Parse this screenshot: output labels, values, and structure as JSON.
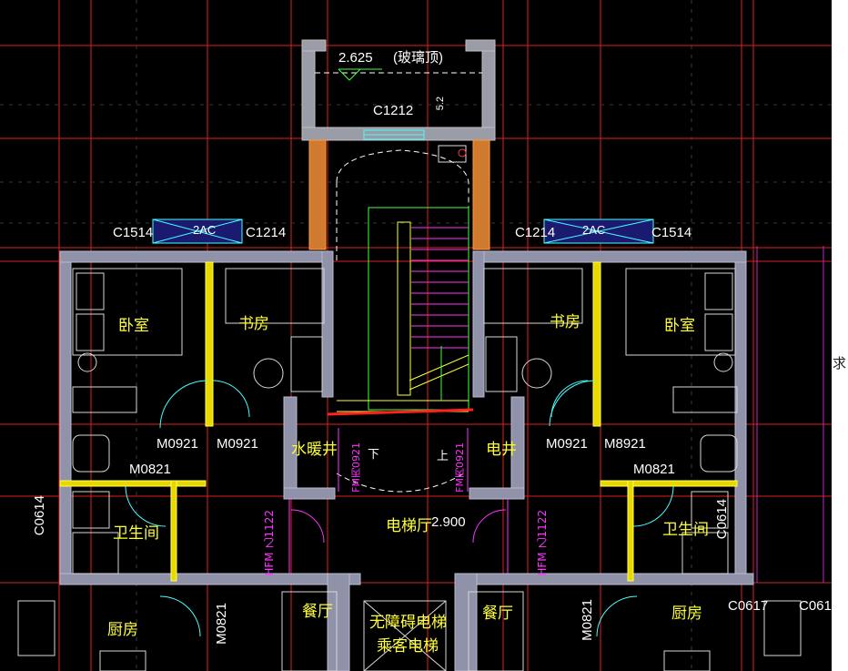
{
  "drawing": {
    "rooms": {
      "bedroom_left": "卧室",
      "bedroom_right": "卧室",
      "study_left": "书房",
      "study_right": "书房",
      "bathroom_left": "卫生间",
      "bathroom_right": "卫生间",
      "kitchen_left": "厨房",
      "kitchen_right": "厨房",
      "dining_left": "餐厅",
      "dining_right": "餐厅",
      "water_heating_shaft": "水暖井",
      "electrical_shaft": "电井",
      "elevator_hall": "电梯厅",
      "elevator_line1": "无障碍电梯",
      "elevator_line2": "乘客电梯",
      "stair_down": "下",
      "stair_up": "上"
    },
    "labels": {
      "top_elevation": "2.625",
      "glass_roof": "(玻璃顶)",
      "c1212": "C1212",
      "c1512": "5.2",
      "hall_elevation": "2.900",
      "c1514_left": "C1514",
      "c1214_left": "C1214",
      "ac_left": "2AC",
      "c1214_right": "C1214",
      "ac_right": "2AC",
      "c1514_right": "C1514",
      "m0921_l1": "M0921",
      "m0921_l2": "M0921",
      "m0921_r1": "M0921",
      "m0921_r2": "M8921",
      "m0821_left": "M0821",
      "m0821_right": "M0821",
      "c0614_left": "C0614",
      "c0614_right": "C0614",
      "m0821_kitchen_left": "M0821",
      "m0821_kitchen_right": "M0821",
      "c0617": "C0617",
      "c061_cut": "C061",
      "fm_left": "FM丙0921",
      "fm_right": "FM丙0921",
      "hfm_left": "HFM 乙1122",
      "hfm_right": "HFM 乙1122"
    },
    "side_text": "求"
  }
}
